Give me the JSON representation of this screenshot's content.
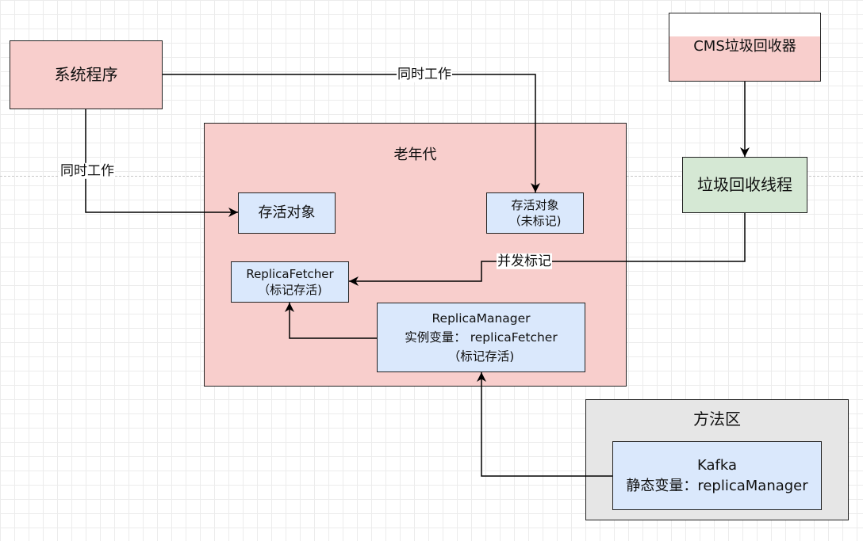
{
  "nodes": {
    "system_program": "系统程序",
    "cms_collector": "CMS垃圾回收器",
    "gc_thread": "垃圾回收线程",
    "old_generation": "老年代",
    "live_object": "存活对象",
    "live_object_unmarked": [
      "存活对象",
      "（未标记)"
    ],
    "replica_fetcher": [
      "ReplicaFetcher",
      "（标记存活)"
    ],
    "replica_manager": [
      "ReplicaManager",
      "实例变量： replicaFetcher",
      "（标记存活)"
    ],
    "method_area": "方法区",
    "kafka": [
      "Kafka",
      "静态变量：replicaManager"
    ]
  },
  "edges": {
    "system_to_unmarked_object": "同时工作",
    "system_to_live_object": "同时工作",
    "gc_thread_to_replica_fetcher": "并发标记"
  },
  "colors": {
    "pink_fill": "#f8cecc",
    "blue_fill": "#dae8fc",
    "green_fill": "#d5e8d4",
    "gray_fill": "#e6e6e6",
    "stroke": "#222222"
  }
}
